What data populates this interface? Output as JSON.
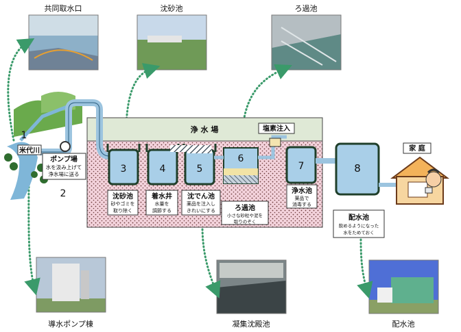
{
  "photos": {
    "intake": {
      "caption": "共同取水口"
    },
    "sedimentation": {
      "caption": "沈砂池"
    },
    "filtration": {
      "caption": "ろ過池"
    },
    "pump_house": {
      "caption": "導水ポンプ棟"
    },
    "coagulation": {
      "caption": "凝集沈殿池"
    },
    "reservoir": {
      "caption": "配水池"
    }
  },
  "plant": {
    "title": "浄 水 場",
    "chlorine": "塩素注入"
  },
  "river": {
    "label": "米代川",
    "step1": "1",
    "step2": "2"
  },
  "pump": {
    "title": "ポンプ場",
    "desc": [
      "水を汲み上げて",
      "浄水場に送る"
    ]
  },
  "tanks": [
    {
      "num": "3",
      "name": "沈砂池",
      "desc": [
        "砂やゴミを",
        "取り除く"
      ]
    },
    {
      "num": "4",
      "name": "着水井",
      "desc": [
        "水量を",
        "調節する"
      ]
    },
    {
      "num": "5",
      "name": "沈でん池",
      "desc": [
        "薬品を注入し",
        "きれいにする"
      ]
    },
    {
      "num": "6",
      "name": "ろ過池",
      "desc": [
        "小さな砂粒や泥を",
        "取りのぞく"
      ]
    },
    {
      "num": "7",
      "name": "浄水池",
      "desc": [
        "薬品で",
        "消毒する"
      ]
    },
    {
      "num": "8",
      "name": "配水池",
      "desc": [
        "飲めるようになった",
        "水をためておく"
      ]
    }
  ],
  "home": {
    "label": "家 庭"
  },
  "colors": {
    "water": "#a9cfe8",
    "plant_bg": "#f0cdd6",
    "plant_top": "#dfe9d6",
    "pipe": "#9cc4df",
    "tank_edge": "#1f3f2a",
    "arrow": "#3a9a6a"
  }
}
